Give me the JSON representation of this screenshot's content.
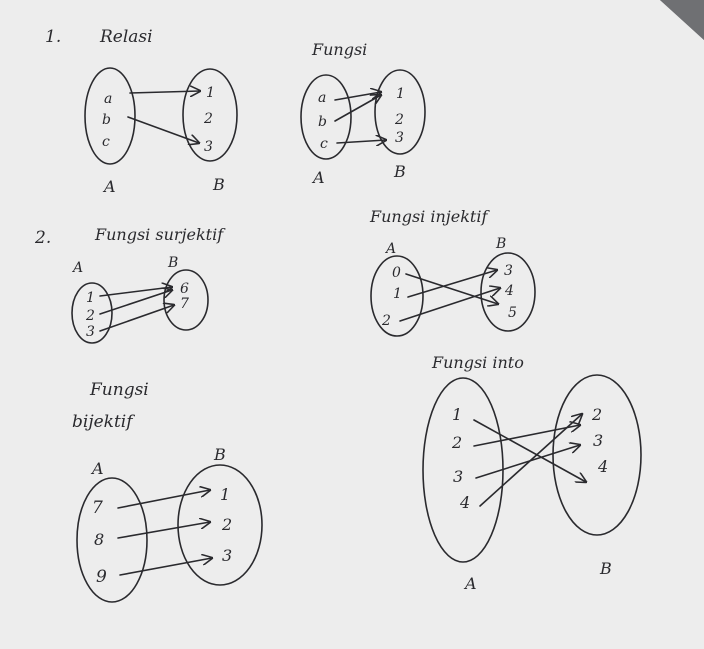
{
  "colors": {
    "paper": "#eeeeee",
    "ink": "#2a2a2e",
    "shadow": "#6f7073"
  },
  "s1": {
    "num": "1.",
    "relasi": {
      "title": "Relasi",
      "A": [
        "a",
        "b",
        "c"
      ],
      "B": [
        "1",
        "2",
        "3"
      ],
      "labelA": "A",
      "labelB": "B"
    },
    "fungsi": {
      "title": "Fungsi",
      "A": [
        "a",
        "b",
        "c"
      ],
      "B": [
        "1",
        "2",
        "3"
      ],
      "labelA": "A",
      "labelB": "B"
    }
  },
  "s2": {
    "num": "2.",
    "surjektif": {
      "title": "Fungsi surjektif",
      "A": [
        "1",
        "2",
        "3"
      ],
      "B": [
        "6",
        "7"
      ],
      "labelA": "A",
      "labelB": "B"
    },
    "injektif": {
      "title": "Fungsi injektif",
      "A": [
        "0",
        "1",
        "2"
      ],
      "B": [
        "3",
        "4",
        "5"
      ],
      "labelA": "A",
      "labelB": "B"
    }
  },
  "bijektif": {
    "title1": "Fungsi",
    "title2": "bijektif",
    "A": [
      "7",
      "8",
      "9"
    ],
    "B": [
      "1",
      "2",
      "3"
    ],
    "labelA": "A",
    "labelB": "B"
  },
  "into": {
    "title": "Fungsi into",
    "A": [
      "1",
      "2",
      "3",
      "4"
    ],
    "B": [
      "2",
      "3",
      "4"
    ],
    "labelA": "A",
    "labelB": "B"
  }
}
